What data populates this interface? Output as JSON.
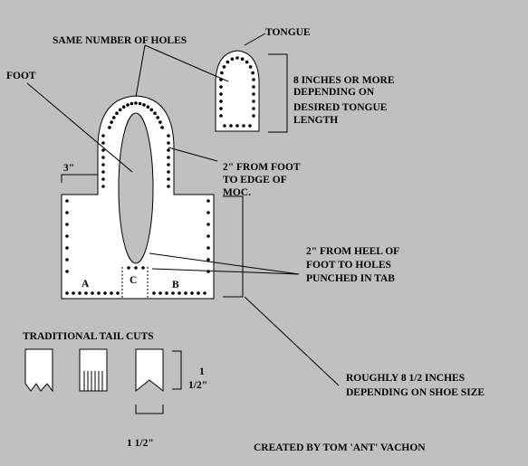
{
  "labels": {
    "same_holes": "SAME NUMBER OF HOLES",
    "tongue": "TONGUE",
    "foot": "FOOT",
    "tongue_length_1": "8 INCHES OR MORE",
    "tongue_length_2": "DEPENDING ON",
    "tongue_length_3": "DESIRED TONGUE",
    "tongue_length_4": "LENGTH",
    "tab_width": "3\"",
    "foot_edge_1": "2\" FROM FOOT",
    "foot_edge_2": "TO EDGE OF",
    "foot_edge_3": "MOC.",
    "heel_1": "2\" FROM HEEL OF",
    "heel_2": "FOOT TO HOLES",
    "heel_3": "PUNCHED IN TAB",
    "section_a": "A",
    "section_b": "B",
    "section_c": "C",
    "tail_title": "TRADITIONAL TAIL CUTS",
    "tail_height_1": "1",
    "tail_height_2": "1/2\"",
    "tail_width": "1 1/2\"",
    "size_1": "ROUGHLY 8 1/2 INCHES",
    "size_2": "DEPENDING ON SHOE SIZE",
    "credit": "CREATED BY TOM 'ANT' VACHON"
  }
}
